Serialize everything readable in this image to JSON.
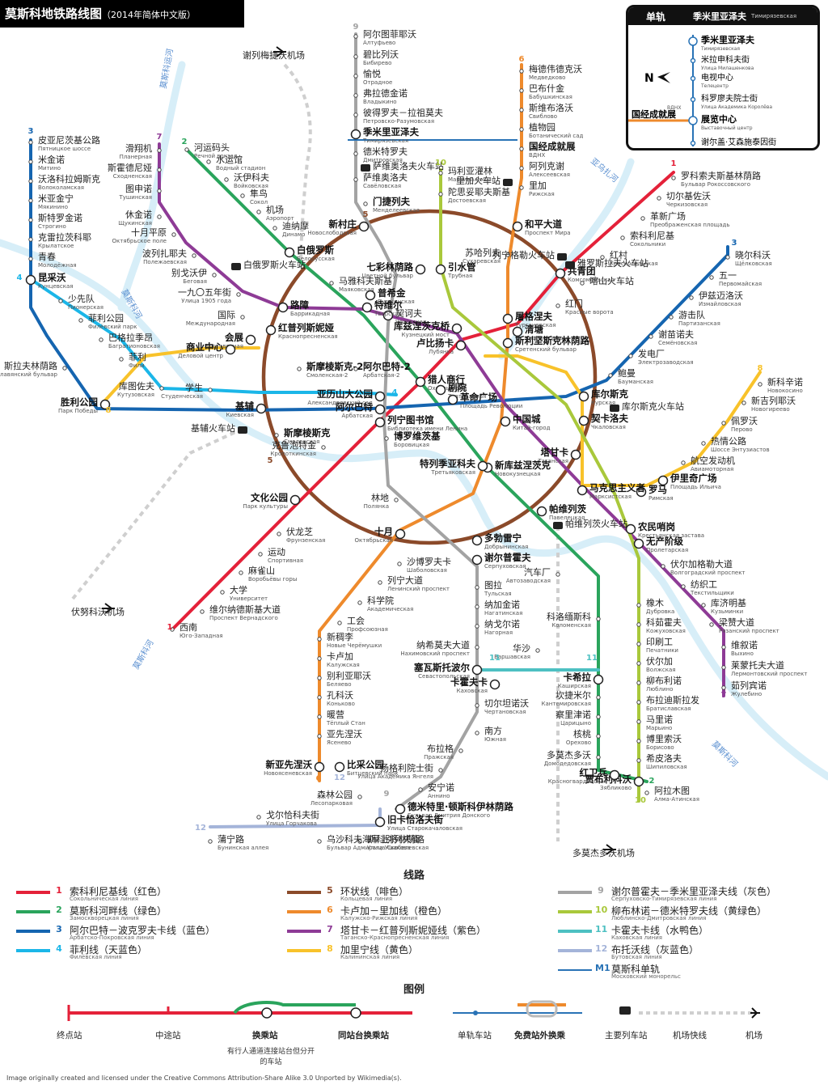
{
  "title": "莫斯科地铁路线图",
  "title_sub": "（2014年简体中文版）",
  "monorail_box": {
    "header_label": "单轨",
    "header_station": "季米里亚泽夫",
    "header_station_ru": "Тимирязевская",
    "direction_letter": "N",
    "stations": [
      {
        "zh": "季米里亚泽夫",
        "ru": "Тимирязевская"
      },
      {
        "zh": "米拉申科夫街",
        "ru": "Улица Милашенкова"
      },
      {
        "zh": "电视中心",
        "ru": "Телецентр"
      },
      {
        "zh": "科罗廖夫院士街",
        "ru": "Улица Академика Королёва"
      },
      {
        "zh": "展览中心",
        "ru": "Выставочный центр"
      },
      {
        "zh": "谢尔盖·艾森施泰因街",
        "ru": "Улица Сергея Эйзенштейна"
      }
    ],
    "vdnh_label": "国经成就展",
    "vdnh_ru": "ВДНХ"
  },
  "rivers": [
    "莫斯科运河",
    "莫斯科河",
    "亚乌扎河",
    "莫斯科河",
    "莫斯科河"
  ],
  "airports": [
    "谢列梅捷沃机场",
    "伏努科沃机场",
    "多莫杰多沃机场"
  ],
  "stations": [
    {
      "id": "altufyevo",
      "zh": "阿尔图菲耶沃",
      "ru": "Алтуфьево"
    },
    {
      "id": "bibirevo",
      "zh": "碧比列沃",
      "ru": "Бибирево"
    },
    {
      "id": "otradnoye",
      "zh": "愉悦",
      "ru": "Отрадное"
    },
    {
      "id": "vladykino",
      "zh": "弗拉德金诺",
      "ru": "Владыкино"
    },
    {
      "id": "petrovsko",
      "zh": "彼得罗夫－拉祖莫夫",
      "ru": "Петровско-Разумовская"
    },
    {
      "id": "timiryazevskaya",
      "zh": "季米里亚泽夫",
      "ru": "Тимирязевская"
    },
    {
      "id": "dmitrovskaya",
      "zh": "德米特罗夫",
      "ru": "Дмитровская"
    },
    {
      "id": "savyolovskaya",
      "zh": "萨维奥洛夫",
      "ru": "Савёловская"
    },
    {
      "id": "savyolovsky_rs",
      "zh": "萨维奥洛夫火车站",
      "ru": ""
    },
    {
      "id": "mendeleyevskaya",
      "zh": "门捷列夫",
      "ru": "Менделеевская"
    },
    {
      "id": "medvedkovo",
      "zh": "梅德伟德克沃",
      "ru": "Медведково"
    },
    {
      "id": "babushkinskaya",
      "zh": "巴布什金",
      "ru": "Бабушкинская"
    },
    {
      "id": "sviblovo",
      "zh": "斯维布洛沃",
      "ru": "Свиблово"
    },
    {
      "id": "botanical",
      "zh": "植物园",
      "ru": "Ботанический сад"
    },
    {
      "id": "vdnh",
      "zh": "国经成就展",
      "ru": "ВДНХ"
    },
    {
      "id": "alekseyevskaya",
      "zh": "阿列克谢",
      "ru": "Алексеевская"
    },
    {
      "id": "rizhskaya",
      "zh": "里加",
      "ru": "Рижская"
    },
    {
      "id": "rizhsky_rs",
      "zh": "里加火车站",
      "ru": ""
    },
    {
      "id": "prospekt_mira",
      "zh": "和平大道",
      "ru": "Проспект Мира"
    },
    {
      "id": "maryina_roshcha",
      "zh": "玛利亚灌林",
      "ru": "Марьина Роща"
    },
    {
      "id": "dostoyevskaya",
      "zh": "陀思妥耶夫斯基",
      "ru": "Достоевская"
    },
    {
      "id": "sukharevskaya",
      "zh": "苏哈列夫",
      "ru": "Сухаревская"
    },
    {
      "id": "trubnaya",
      "zh": "引水管",
      "ru": "Трубная"
    },
    {
      "id": "tsvetnoy",
      "zh": "七彩林荫路",
      "ru": "Цветной бульвар"
    },
    {
      "id": "novoslobodskaya",
      "zh": "新村庄",
      "ru": "Новослободская"
    },
    {
      "id": "mayakovskaya",
      "zh": "马雅科夫斯基",
      "ru": "Маяковская"
    },
    {
      "id": "pushkinskaya",
      "zh": "普希金",
      "ru": "Пушкинская"
    },
    {
      "id": "chekhovskaya",
      "zh": "契诃夫",
      "ru": "Чеховская"
    },
    {
      "id": "tverskaya",
      "zh": "特维尔",
      "ru": "Тверская"
    },
    {
      "id": "kuznetsky",
      "zh": "库兹涅茨克桥",
      "ru": "Кузнецкий мост"
    },
    {
      "id": "lubyanka",
      "zh": "卢比扬卡",
      "ru": "Лубянка"
    },
    {
      "id": "rechnoy",
      "zh": "河运码头",
      "ru": "Речной вокзал"
    },
    {
      "id": "vodny",
      "zh": "水运馆",
      "ru": "Водный стадион"
    },
    {
      "id": "voykovskaya",
      "zh": "沃伊科夫",
      "ru": "Войковская"
    },
    {
      "id": "sokol",
      "zh": "隼鸟",
      "ru": "Сокол"
    },
    {
      "id": "aeroport",
      "zh": "机场",
      "ru": "Аэропорт"
    },
    {
      "id": "dinamo",
      "zh": "迪纳摩",
      "ru": "Динамо"
    },
    {
      "id": "belorusskaya",
      "zh": "白俄罗斯",
      "ru": "Белорусская"
    },
    {
      "id": "belorussky_rs",
      "zh": "白俄罗斯火车站",
      "ru": ""
    },
    {
      "id": "planernaya",
      "zh": "滑翔机",
      "ru": "Планерная"
    },
    {
      "id": "skhodnenskaya",
      "zh": "斯霍德尼娅",
      "ru": "Сходненская"
    },
    {
      "id": "tushinskaya",
      "zh": "图申诺",
      "ru": "Тушинская"
    },
    {
      "id": "shchukinskaya",
      "zh": "休金诺",
      "ru": "Щукинская"
    },
    {
      "id": "oktyabrskoye",
      "zh": "十月平原",
      "ru": "Октябрьское поле"
    },
    {
      "id": "polezhaevskaya",
      "zh": "波列扎耶夫",
      "ru": "Полежаевская"
    },
    {
      "id": "begovaya",
      "zh": "别戈沃伊",
      "ru": "Беговая"
    },
    {
      "id": "ulitsa1905",
      "zh": "一九〇五年街",
      "ru": "Улица 1905 года"
    },
    {
      "id": "barrikadnaya",
      "zh": "路障",
      "ru": "Баррикадная"
    },
    {
      "id": "krasnopresnenskaya",
      "zh": "红普列斯妮娅",
      "ru": "Краснопресненская"
    },
    {
      "id": "pyatnitskoye",
      "zh": "皮亚尼茨基公路",
      "ru": "Пятницкое шоссе"
    },
    {
      "id": "mitino",
      "zh": "米金诺",
      "ru": "Митино"
    },
    {
      "id": "volokolamskaya",
      "zh": "沃洛科拉姆斯克",
      "ru": "Волоколамская"
    },
    {
      "id": "myakinino",
      "zh": "米亚金宁",
      "ru": "Мякинино"
    },
    {
      "id": "strogino",
      "zh": "斯特罗金诺",
      "ru": "Строгино"
    },
    {
      "id": "krylatskoye",
      "zh": "克雷拉茨科耶",
      "ru": "Крылатское"
    },
    {
      "id": "molodyozhnaya",
      "zh": "青春",
      "ru": "Молодёжная"
    },
    {
      "id": "kuntsevskaya",
      "zh": "昆采沃",
      "ru": "Кунцевская"
    },
    {
      "id": "pionerskaya",
      "zh": "少先队",
      "ru": "Пионерская"
    },
    {
      "id": "filyovsky",
      "zh": "菲利公园",
      "ru": "Филёвский парк"
    },
    {
      "id": "bagrationovskaya",
      "zh": "巴格拉季昂",
      "ru": "Багратионовская"
    },
    {
      "id": "fili",
      "zh": "菲利",
      "ru": "Фили"
    },
    {
      "id": "kutuzovskaya",
      "zh": "库图佐夫",
      "ru": "Кутузовская"
    },
    {
      "id": "studencheskaya",
      "zh": "学生",
      "ru": "Студенческая"
    },
    {
      "id": "mezhdunarodnaya",
      "zh": "国际",
      "ru": "Международная"
    },
    {
      "id": "vystavochnaya",
      "zh": "会展",
      "ru": "Выставочная"
    },
    {
      "id": "delovoy",
      "zh": "商业中心",
      "ru": "Деловой центр"
    },
    {
      "id": "slavyansky",
      "zh": "斯拉夫林荫路",
      "ru": "Славянский бульвар"
    },
    {
      "id": "park_pobedy",
      "zh": "胜利公园",
      "ru": "Парк Победы"
    },
    {
      "id": "kiyevskaya",
      "zh": "基辅",
      "ru": "Киевская"
    },
    {
      "id": "kiyevsky_rs",
      "zh": "基辅火车站",
      "ru": ""
    },
    {
      "id": "smolenskaya3",
      "zh": "斯摩棱斯克-2",
      "ru": "Смоленская-2"
    },
    {
      "id": "arbatskaya3",
      "zh": "阿尔巴特-2",
      "ru": "Арбатская-2"
    },
    {
      "id": "smolenskaya4",
      "zh": "斯摩棱斯克",
      "ru": "Смоленская"
    },
    {
      "id": "arbatskaya4",
      "zh": "阿尔巴特",
      "ru": "Арбатская"
    },
    {
      "id": "aleksandrovsky",
      "zh": "亚历山大公园",
      "ru": "Александровский сад"
    },
    {
      "id": "biblioteka",
      "zh": "列宁图书馆",
      "ru": "Библиотека имени Ленина"
    },
    {
      "id": "borovitskaya",
      "zh": "博罗维茨基",
      "ru": "Боровицкая"
    },
    {
      "id": "kropotkinskaya",
      "zh": "克鲁泡特金",
      "ru": "Кропоткинская"
    },
    {
      "id": "park_kultury",
      "zh": "文化公园",
      "ru": "Парк культуры"
    },
    {
      "id": "okhotny",
      "zh": "猎人商行",
      "ru": "Охотный ряд"
    },
    {
      "id": "teatralnaya",
      "zh": "剧院",
      "ru": "Театральная"
    },
    {
      "id": "ploshchad",
      "zh": "革命广场",
      "ru": "Площадь Революции"
    },
    {
      "id": "kitay_gorod",
      "zh": "中国城",
      "ru": "Китай-город"
    },
    {
      "id": "chistye",
      "zh": "清塘",
      "ru": "Чистые пруды"
    },
    {
      "id": "turgenevskaya",
      "zh": "屠格涅夫",
      "ru": "Тургеневская"
    },
    {
      "id": "sretensky",
      "zh": "斯利坚斯克林荫路",
      "ru": "Сретенский бульвар"
    },
    {
      "id": "krasnye_vorota",
      "zh": "红门",
      "ru": "Красные ворота"
    },
    {
      "id": "komsomolskaya",
      "zh": "共青团",
      "ru": "Комсомольская"
    },
    {
      "id": "three_stations",
      "zh": "喀山火车站",
      "ru": ""
    },
    {
      "id": "krasnoselskaya",
      "zh": "红村",
      "ru": "Красносельская"
    },
    {
      "id": "sokolniki",
      "zh": "索科利尼基",
      "ru": "Сокольники"
    },
    {
      "id": "preobrazhenskaya",
      "zh": "革新广场",
      "ru": "Преображенская площадь"
    },
    {
      "id": "cherkizovskaya",
      "zh": "切尔基佐沃",
      "ru": "Черкизовская"
    },
    {
      "id": "rokossovskogo",
      "zh": "罗科索夫斯基林荫路",
      "ru": "Бульвар Рокоссовского"
    },
    {
      "id": "shchyolkovskaya",
      "zh": "晓尔科沃",
      "ru": "Щёлковская"
    },
    {
      "id": "pervomayskaya",
      "zh": "五一",
      "ru": "Первомайская"
    },
    {
      "id": "izmaylovskaya",
      "zh": "伊兹迈洛沃",
      "ru": "Измайловская"
    },
    {
      "id": "partizanskaya",
      "zh": "游击队",
      "ru": "Партизанская"
    },
    {
      "id": "semyonovskaya",
      "zh": "谢苗诺夫",
      "ru": "Семёновская"
    },
    {
      "id": "elektrozavodskaya",
      "zh": "发电厂",
      "ru": "Электрозаводская"
    },
    {
      "id": "baumanskaya",
      "zh": "鲍曼",
      "ru": "Бауманская"
    },
    {
      "id": "kurskaya",
      "zh": "库尔斯克",
      "ru": "Курская"
    },
    {
      "id": "kursky_rs",
      "zh": "库尔斯克火车站",
      "ru": ""
    },
    {
      "id": "chkalovskaya",
      "zh": "契卡洛夫",
      "ru": "Чкаловская"
    },
    {
      "id": "novogireyevo",
      "zh": "新吉列耶沃",
      "ru": "Новогиреево"
    },
    {
      "id": "novokosino",
      "zh": "新科辛诺",
      "ru": "Новокосино"
    },
    {
      "id": "perovo",
      "zh": "佩罗沃",
      "ru": "Перово"
    },
    {
      "id": "entuziastov",
      "zh": "热情公路",
      "ru": "Шоссе Энтузиастов"
    },
    {
      "id": "aviamotornaya",
      "zh": "航空发动机",
      "ru": "Авиамоторная"
    },
    {
      "id": "ilyicha",
      "zh": "伊里奇广场",
      "ru": "Площадь Ильича"
    },
    {
      "id": "rimskaya",
      "zh": "罗马",
      "ru": "Римская"
    },
    {
      "id": "marksistskaya",
      "zh": "马克思主义者",
      "ru": "Марксистская"
    },
    {
      "id": "taganskaya",
      "zh": "塔甘卡",
      "ru": "Таганская"
    },
    {
      "id": "novokuznetskaya",
      "zh": "新库兹涅茨克",
      "ru": "Новокузнецкая"
    },
    {
      "id": "tretyakovskaya",
      "zh": "特列季亚科夫",
      "ru": "Третьяковская"
    },
    {
      "id": "polyanka",
      "zh": "林地",
      "ru": "Полянка"
    },
    {
      "id": "oktyabrskaya",
      "zh": "十月",
      "ru": "Октябрьская"
    },
    {
      "id": "dobryninskaya",
      "zh": "多勃雷宁",
      "ru": "Добрынинская"
    },
    {
      "id": "serpukhovskaya",
      "zh": "谢尔普霍夫",
      "ru": "Серпуховская"
    },
    {
      "id": "paveletskaya",
      "zh": "帕维列茨",
      "ru": "Павелецкая"
    },
    {
      "id": "krestyanskaya",
      "zh": "农民哨岗",
      "ru": "Крестьянская застава"
    },
    {
      "id": "proletarskaya",
      "zh": "无产阶级",
      "ru": "Пролетарская"
    },
    {
      "id": "volgogradsky",
      "zh": "伏尔加格勒大道",
      "ru": "Волгоградский проспект"
    },
    {
      "id": "tekstilshchiki",
      "zh": "纺织工",
      "ru": "Текстильщики"
    },
    {
      "id": "kuzminki",
      "zh": "库济明基",
      "ru": "Кузьминки"
    },
    {
      "id": "ryazansky",
      "zh": "梁赞大道",
      "ru": "Рязанский проспект"
    },
    {
      "id": "vykhino",
      "zh": "维叙诺",
      "ru": "Выхино"
    },
    {
      "id": "lermontovsky",
      "zh": "莱蒙托夫大道",
      "ru": "Лермонтовский проспект"
    },
    {
      "id": "zhulebino",
      "zh": "茹列宾诺",
      "ru": "Жулебино"
    },
    {
      "id": "dubrovka",
      "zh": "橡木",
      "ru": "Дубровка"
    },
    {
      "id": "kozhukhovskaya",
      "zh": "科茹霍夫",
      "ru": "Кожуховская"
    },
    {
      "id": "pechatniki",
      "zh": "印刷工",
      "ru": "Печатники"
    },
    {
      "id": "volzhskaya",
      "zh": "伏尔加",
      "ru": "Волжская"
    },
    {
      "id": "lyublino",
      "zh": "柳布利诺",
      "ru": "Люблино"
    },
    {
      "id": "bratislavskaya",
      "zh": "布拉迪斯拉发",
      "ru": "Братиславская"
    },
    {
      "id": "maryino",
      "zh": "马里诺",
      "ru": "Марьино"
    },
    {
      "id": "borisovo",
      "zh": "博里索沃",
      "ru": "Борисово"
    },
    {
      "id": "shipilovskaya",
      "zh": "希皮洛夫",
      "ru": "Шипиловская"
    },
    {
      "id": "zyablikovo",
      "zh": "贾布利科沃",
      "ru": "Зябликово"
    },
    {
      "id": "frunzenskaya",
      "zh": "伏龙芝",
      "ru": "Фрунзенская"
    },
    {
      "id": "sportivnaya",
      "zh": "运动",
      "ru": "Спортивная"
    },
    {
      "id": "vorobyovy",
      "zh": "麻雀山",
      "ru": "Воробьёвы горы"
    },
    {
      "id": "universitet",
      "zh": "大学",
      "ru": "Университет"
    },
    {
      "id": "vernadskogo",
      "zh": "维尔纳德斯基大道",
      "ru": "Проспект Вернадского"
    },
    {
      "id": "yugo_zapadnaya",
      "zh": "西南",
      "ru": "Юго-Западная"
    },
    {
      "id": "shabolovskaya",
      "zh": "沙博罗夫卡",
      "ru": "Шаболовская"
    },
    {
      "id": "leninsky",
      "zh": "列宁大道",
      "ru": "Ленинский проспект"
    },
    {
      "id": "akademicheskaya",
      "zh": "科学院",
      "ru": "Академическая"
    },
    {
      "id": "profsoyuznaya",
      "zh": "工会",
      "ru": "Профсоюзная"
    },
    {
      "id": "novye_cheryomushki",
      "zh": "新稠李",
      "ru": "Новые Черёмушки"
    },
    {
      "id": "kaluzhskaya",
      "zh": "卡卢加",
      "ru": "Калужская"
    },
    {
      "id": "belyaevo",
      "zh": "别利亚耶沃",
      "ru": "Беляево"
    },
    {
      "id": "konkovo",
      "zh": "孔科沃",
      "ru": "Коньково"
    },
    {
      "id": "tyoply_stan",
      "zh": "暖营",
      "ru": "Тёплый Стан"
    },
    {
      "id": "yasenevo",
      "zh": "亚先涅沃",
      "ru": "Ясенево"
    },
    {
      "id": "novoyasenevskaya",
      "zh": "新亚先涅沃",
      "ru": "Новоясеневская"
    },
    {
      "id": "bittsevsky",
      "zh": "比采公园",
      "ru": "Битцевский парк"
    },
    {
      "id": "lesoparkovaya",
      "zh": "森林公园",
      "ru": "Лесопарковая"
    },
    {
      "id": "tulskaya",
      "zh": "图拉",
      "ru": "Тульская"
    },
    {
      "id": "nagatinskaya",
      "zh": "纳加金诺",
      "ru": "Нагатинская"
    },
    {
      "id": "nagornaya",
      "zh": "纳戈尔诺",
      "ru": "Нагорная"
    },
    {
      "id": "nakhimovsky",
      "zh": "纳希莫夫大道",
      "ru": "Нахимовский проспект"
    },
    {
      "id": "sevastopolskaya",
      "zh": "塞瓦斯托波尔",
      "ru": "Севастопольская"
    },
    {
      "id": "chertanovskaya",
      "zh": "切尔坦诺沃",
      "ru": "Чертановская"
    },
    {
      "id": "yuzhnaya",
      "zh": "南方",
      "ru": "Южная"
    },
    {
      "id": "prazhskaya",
      "zh": "布拉格",
      "ru": "Пражская"
    },
    {
      "id": "yangelya",
      "zh": "扬格利院士街",
      "ru": "Улица Академика Янгеля"
    },
    {
      "id": "annino",
      "zh": "安宁诺",
      "ru": "Аннино"
    },
    {
      "id": "donskogo",
      "zh": "德米特里·顿斯科伊林荫路",
      "ru": "Бульвар Дмитрия Донского"
    },
    {
      "id": "starokachalovskaya",
      "zh": "旧卡恰洛夫街",
      "ru": "Улица Старокачаловская"
    },
    {
      "id": "skobelevskaya",
      "zh": "斯科别列夫街",
      "ru": "Улица Скобелевская"
    },
    {
      "id": "admirala_ushakova",
      "zh": "乌沙科夫海军上将林荫路",
      "ru": "Бульвар Адмирала Ушакова"
    },
    {
      "id": "gorchakova",
      "zh": "戈尔恰科夫街",
      "ru": "Улица Горчакова"
    },
    {
      "id": "buninskaya",
      "zh": "蒲宁路",
      "ru": "Бунинская аллея"
    },
    {
      "id": "avtozavodskaya",
      "zh": "汽车厂",
      "ru": "Автозаводская"
    },
    {
      "id": "kolomenskaya",
      "zh": "科洛缅斯科",
      "ru": "Коломенская"
    },
    {
      "id": "kashirskaya",
      "zh": "卡希拉",
      "ru": "Каширская"
    },
    {
      "id": "varshavskaya",
      "zh": "华沙",
      "ru": "Варшавская"
    },
    {
      "id": "kakhovskaya",
      "zh": "卡霍夫卡",
      "ru": "Каховская"
    },
    {
      "id": "kantemirovskaya",
      "zh": "坎捷米尔",
      "ru": "Кантемировская"
    },
    {
      "id": "tsaritsyno",
      "zh": "察里津诺",
      "ru": "Царицыно"
    },
    {
      "id": "orekhovo",
      "zh": "核桃",
      "ru": "Орехово"
    },
    {
      "id": "domodedovskaya",
      "zh": "多莫杰多沃",
      "ru": "Домодедовская"
    },
    {
      "id": "krasnogvardeyskaya",
      "zh": "红卫兵",
      "ru": "Красногвардейская"
    },
    {
      "id": "alma_atinskaya",
      "zh": "阿拉木图",
      "ru": "Алма-Атинская"
    },
    {
      "id": "paveletsky_rs",
      "zh": "帕维列茨火车站",
      "ru": ""
    },
    {
      "id": "leningradsky_rs",
      "zh": "列宁格勒火车站",
      "ru": ""
    },
    {
      "id": "yaroslavsky_rs",
      "zh": "雅罗斯拉夫火车站",
      "ru": ""
    }
  ],
  "lines_legend": [
    {
      "num": "1",
      "zh": "索科利尼基线（红色）",
      "ru": "Сокольническая линия",
      "color": "#e42139"
    },
    {
      "num": "2",
      "zh": "莫斯科河畔线（绿色）",
      "ru": "Замоскворецкая линия",
      "color": "#2aa45c"
    },
    {
      "num": "3",
      "zh": "阿尔巴特－波克罗夫卡线（蓝色）",
      "ru": "Арбатско-Покровская линия",
      "color": "#1565b0"
    },
    {
      "num": "4",
      "zh": "菲利线（天蓝色）",
      "ru": "Филёвская линия",
      "color": "#1bb6e8"
    },
    {
      "num": "5",
      "zh": "环状线（啡色）",
      "ru": "Кольцевая линия",
      "color": "#8b4a2a"
    },
    {
      "num": "6",
      "zh": "卡卢加－里加线（橙色）",
      "ru": "Калужско-Рижская линия",
      "color": "#ee8a2c"
    },
    {
      "num": "7",
      "zh": "塔甘卡－红普列斯妮娅线（紫色）",
      "ru": "Таганско-Краснопресненская линия",
      "color": "#8e3b96"
    },
    {
      "num": "8",
      "zh": "加里宁线（黄色）",
      "ru": "Калининская линия",
      "color": "#f8c22a"
    },
    {
      "num": "9",
      "zh": "谢尔普霍夫－季米里亚泽夫线（灰色）",
      "ru": "Серпуховско-Тимирязевская линия",
      "color": "#a3a3a3"
    },
    {
      "num": "10",
      "zh": "柳布林诺－德米特罗夫线（黄绿色）",
      "ru": "Люблинско-Дмитровская линия",
      "color": "#a9c83b"
    },
    {
      "num": "11",
      "zh": "卡霍夫卡线（水鸭色）",
      "ru": "Каховская линия",
      "color": "#4dc0c2"
    },
    {
      "num": "12",
      "zh": "布托沃线（灰蓝色）",
      "ru": "Бутовская линия",
      "color": "#a4b4d9"
    },
    {
      "num": "M1",
      "zh": "莫斯科单轨",
      "ru": "Московский монорельс",
      "color": "#2973b6"
    }
  ],
  "legend_title": "线路",
  "key_title": "图例",
  "key": {
    "terminal": "终点站",
    "station": "中途站",
    "transfer": "换乘站",
    "transfer_note": "有行人通道连接站台但分开的车站",
    "same_platform": "同站台换乘站",
    "monorail_station": "单轨车站",
    "free_transfer": "免费站外换乘",
    "main_rail": "主要列车站",
    "airport_express": "机场快线",
    "airport": "机场"
  },
  "credit": "Image originally created and licensed under the Creative Commons Attribution-Share Alike 3.0 Unported by Wikimedia(s)."
}
